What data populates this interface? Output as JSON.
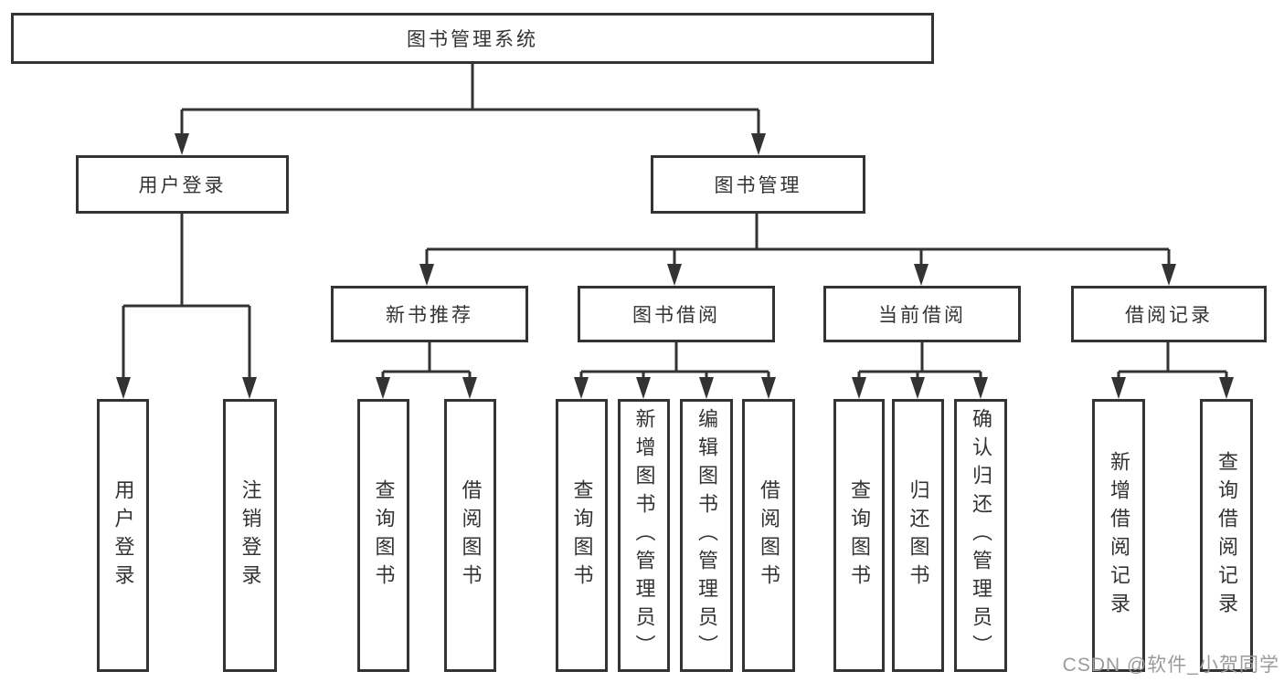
{
  "colors": {
    "line": "#333333",
    "background": "#ffffff",
    "text": "#333333",
    "watermark": "#9b9b9b"
  },
  "watermark": {
    "text": "CSDN @软件_小贺同学"
  },
  "tree": {
    "root": {
      "label": "图书管理系统"
    },
    "branches": [
      {
        "label": "用户登录",
        "children": [
          {
            "label": "用户登录"
          },
          {
            "label": "注销登录"
          }
        ]
      },
      {
        "label": "图书管理",
        "sections": [
          {
            "label": "新书推荐",
            "children": [
              {
                "label": "查询图书"
              },
              {
                "label": "借阅图书"
              }
            ]
          },
          {
            "label": "图书借阅",
            "children": [
              {
                "label": "查询图书"
              },
              {
                "label": "新增图书（管理员）"
              },
              {
                "label": "编辑图书（管理员）"
              },
              {
                "label": "借阅图书"
              }
            ]
          },
          {
            "label": "当前借阅",
            "children": [
              {
                "label": "查询图书"
              },
              {
                "label": "归还图书"
              },
              {
                "label": "确认归还（管理员）"
              }
            ]
          },
          {
            "label": "借阅记录",
            "children": [
              {
                "label": "新增借阅记录"
              },
              {
                "label": "查询借阅记录"
              }
            ]
          }
        ]
      }
    ]
  }
}
